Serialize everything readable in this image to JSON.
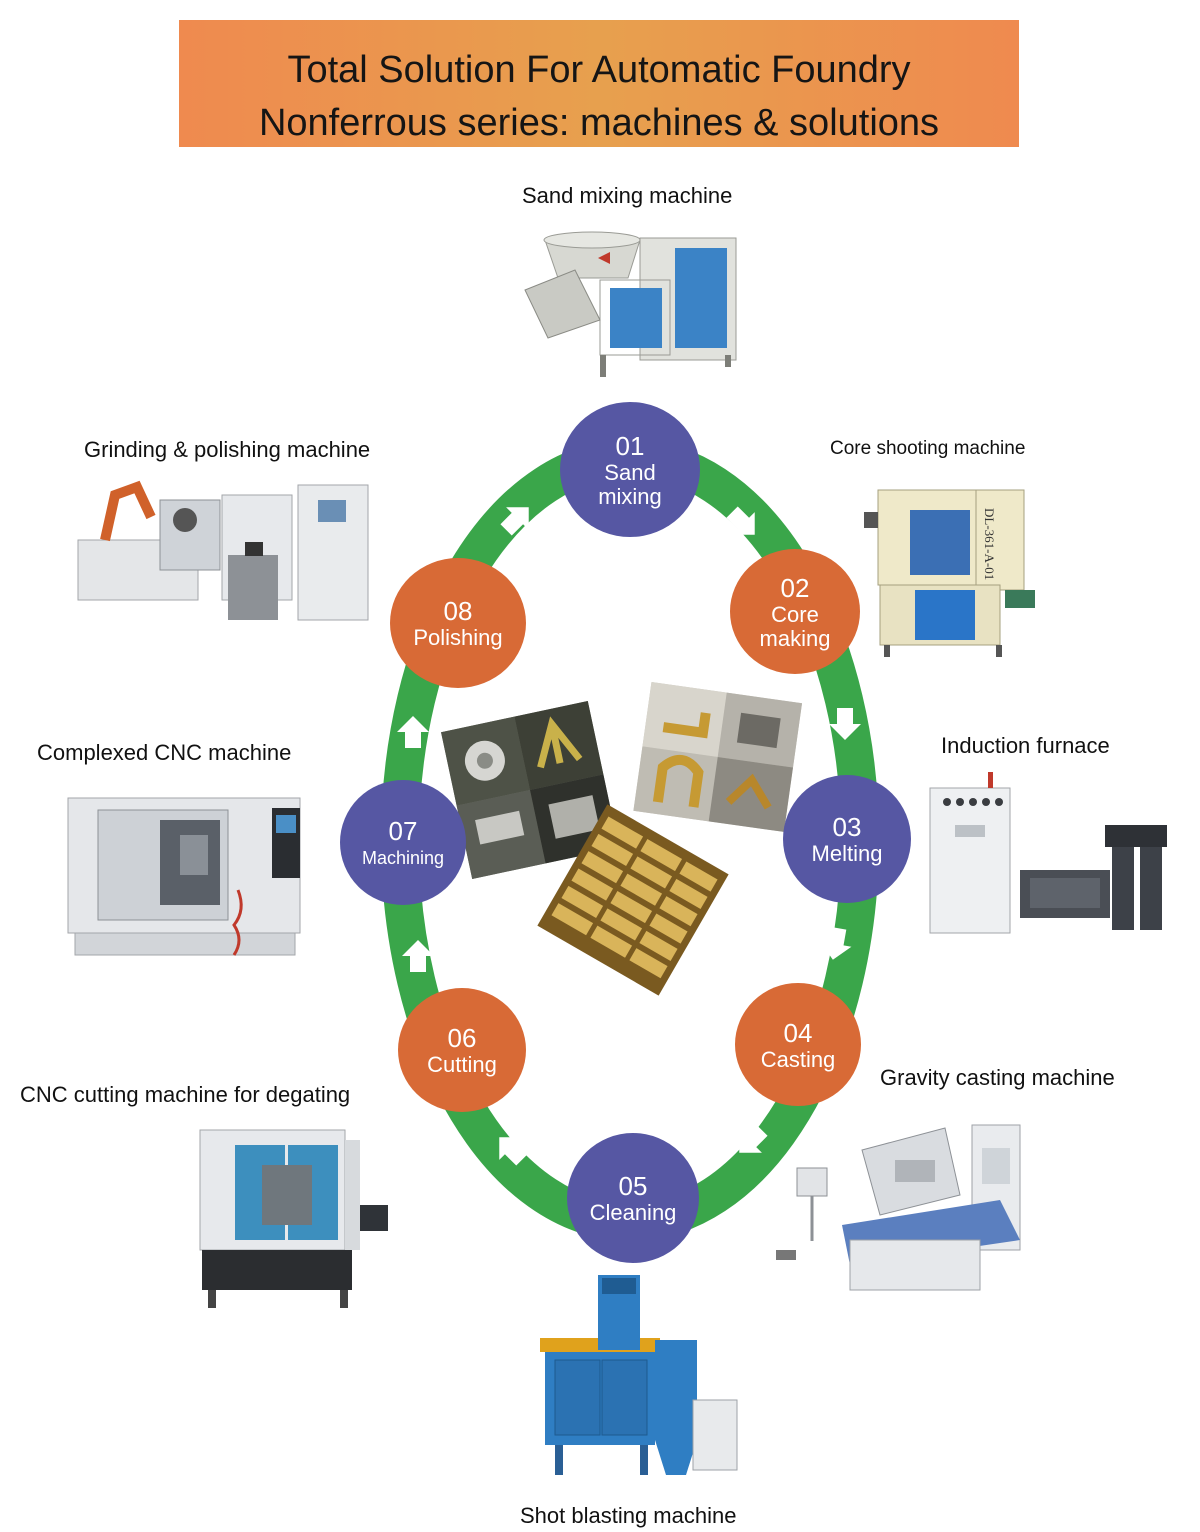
{
  "header": {
    "line1": "Total Solution For Automatic Foundry",
    "line2": "Nonferrous series: machines & solutions"
  },
  "colors": {
    "banner": "#ea8f4e",
    "ring": "#3aa64a",
    "step_blue": "#5657a3",
    "step_orange": "#d86a36"
  },
  "steps": [
    {
      "num": "01",
      "name_line1": "Sand",
      "name_line2": "mixing"
    },
    {
      "num": "02",
      "name_line1": "Core",
      "name_line2": "making"
    },
    {
      "num": "03",
      "name_line1": "Melting",
      "name_line2": ""
    },
    {
      "num": "04",
      "name_line1": "Casting",
      "name_line2": ""
    },
    {
      "num": "05",
      "name_line1": "Cleaning",
      "name_line2": ""
    },
    {
      "num": "06",
      "name_line1": "Cutting",
      "name_line2": ""
    },
    {
      "num": "07",
      "name_line1": "Machining",
      "name_line2": ""
    },
    {
      "num": "08",
      "name_line1": "Polishing",
      "name_line2": ""
    }
  ],
  "machines": {
    "sand_mixing": "Sand mixing machine",
    "core_shooting": "Core shooting machine",
    "induction_furnace": "Induction furnace",
    "gravity_casting": "Gravity casting machine",
    "shot_blasting": "Shot blasting machine",
    "cnc_cutting": "CNC cutting machine for degating",
    "complexed_cnc": "Complexed CNC machine",
    "grinding_polishing": "Grinding & polishing machine"
  },
  "machine_plates": {
    "core_shooting": "DL-361-A-01"
  }
}
